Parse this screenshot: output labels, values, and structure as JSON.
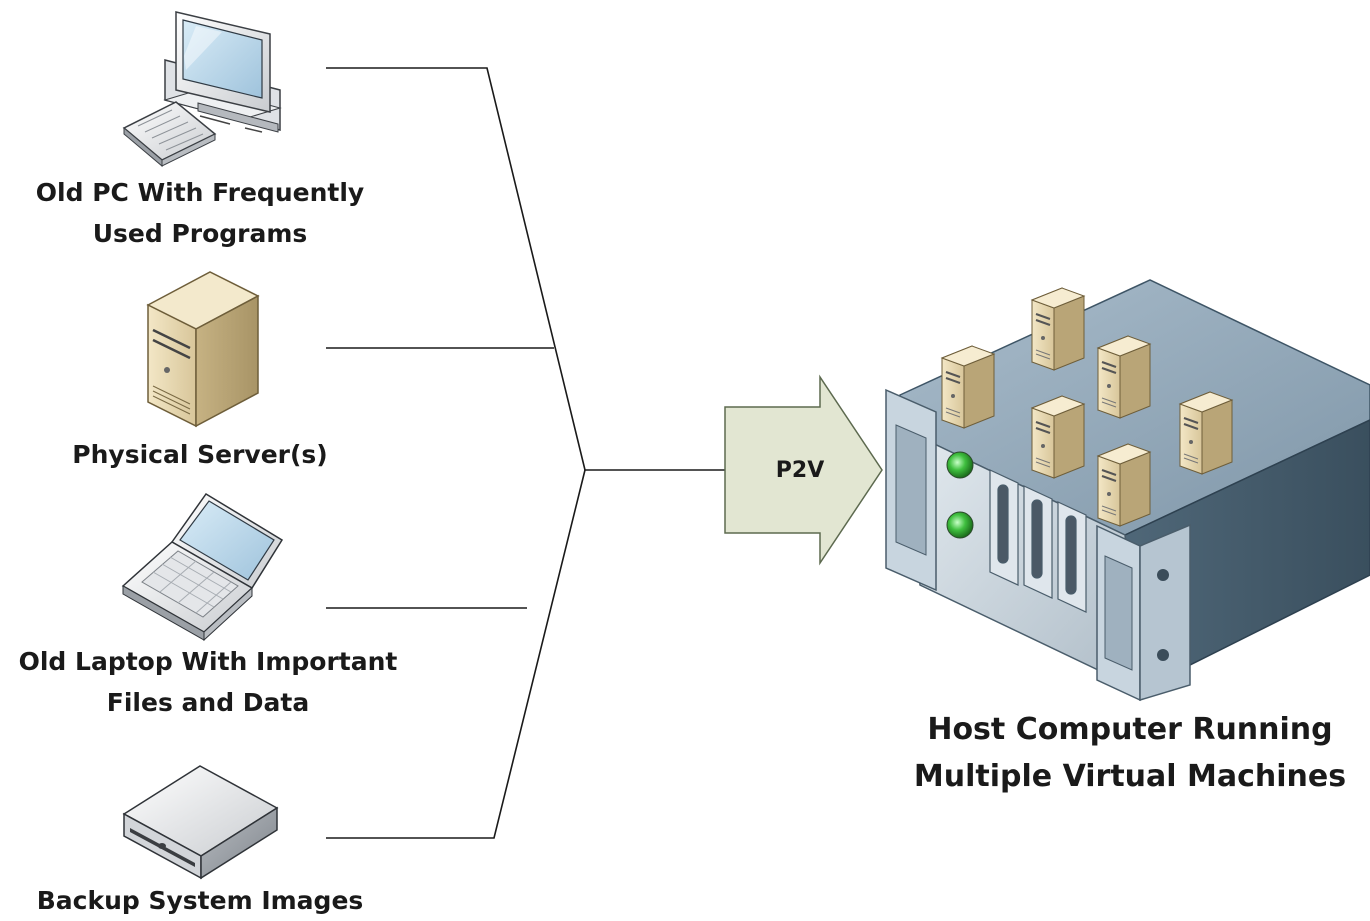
{
  "sources": [
    {
      "line1": "Old PC With Frequently",
      "line2": "Used Programs",
      "icon": "desktop-pc-icon"
    },
    {
      "line1": "Physical Server(s)",
      "line2": "",
      "icon": "tower-server-icon"
    },
    {
      "line1": "Old Laptop With Important",
      "line2": "Files and Data",
      "icon": "laptop-icon"
    },
    {
      "line1": "Backup System Images",
      "line2": "",
      "icon": "backup-drive-icon"
    }
  ],
  "arrow_label": "P2V",
  "host": {
    "line1": "Host Computer Running",
    "line2": "Multiple Virtual Machines",
    "icon": "rack-server-with-vms-icon"
  }
}
